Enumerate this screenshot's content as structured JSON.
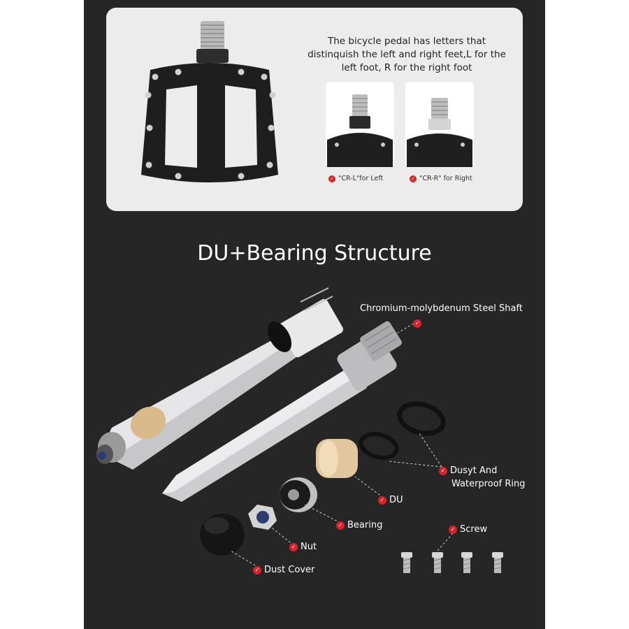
{
  "pedal_info": {
    "caption": "The bicycle pedal has letters that distinquish the left and right feet,L for the left foot, R for the right foot",
    "left_label": "\"CR-L\"for Left",
    "right_label": "\"CR-R\" for Right"
  },
  "section_title": "DU+Bearing Structure",
  "parts": {
    "shaft": "Chromium-molybdenum Steel Shaft",
    "ring_line1": "Dusyt And",
    "ring_line2": "Waterproof Ring",
    "du": "DU",
    "bearing": "Bearing",
    "nut": "Nut",
    "dust_cover": "Dust Cover",
    "screw": "Screw"
  },
  "colors": {
    "panel": "#262626",
    "card": "#ececec",
    "accent": "#d8232a"
  },
  "icons": [
    "check-icon"
  ]
}
